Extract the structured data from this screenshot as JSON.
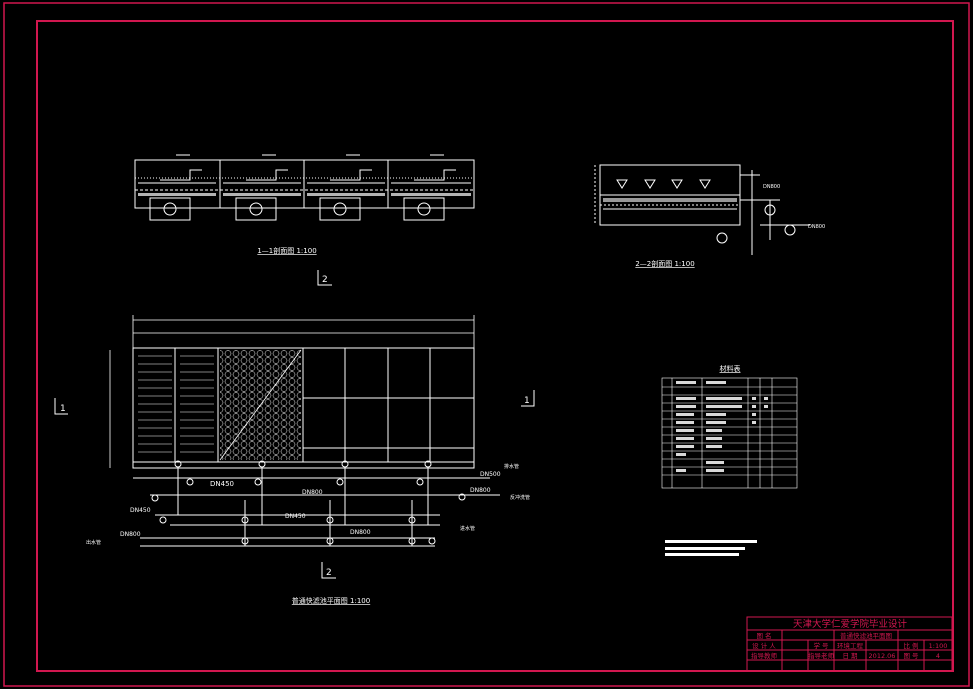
{
  "drawing": {
    "section_1_title": "1—1剖面图 1:100",
    "section_2_title": "2—2剖面图 1:100",
    "plan_title": "普通快滤池平面图 1:100",
    "section_marker_1": "1",
    "section_marker_2": "2",
    "pipes": {
      "dn450_left": "DN450",
      "dn450_mid": "DN450",
      "dn450_low": "DN450",
      "dn800_a": "DN800",
      "dn800_b": "DN800",
      "dn800_c": "DN800",
      "dn800_d": "DN800",
      "dn500": "DN500"
    },
    "pipe_notes": {
      "drain": "排水管",
      "backwash": "反冲洗管",
      "inflow": "进水管",
      "outflow": "出水管"
    },
    "materials_table_title": "材料表"
  },
  "title_block": {
    "school": "天津大学仁爱学院毕业设计",
    "name_label": "图 名",
    "drawing_name": "普通快滤池平面图",
    "designer_label": "设 计 人",
    "row2_a": "学 号",
    "row2_b": "环境工程",
    "row2_c": "比 例",
    "scale": "1:100",
    "advisor_label": "指导教师",
    "row3_a": "指导老师",
    "row3_b": "日 期",
    "row3_c": "2012.06",
    "row3_d": "图 号",
    "sheet": "4"
  },
  "colors": {
    "frame": "#d1174f",
    "line": "#ffffff",
    "background": "#000000"
  }
}
